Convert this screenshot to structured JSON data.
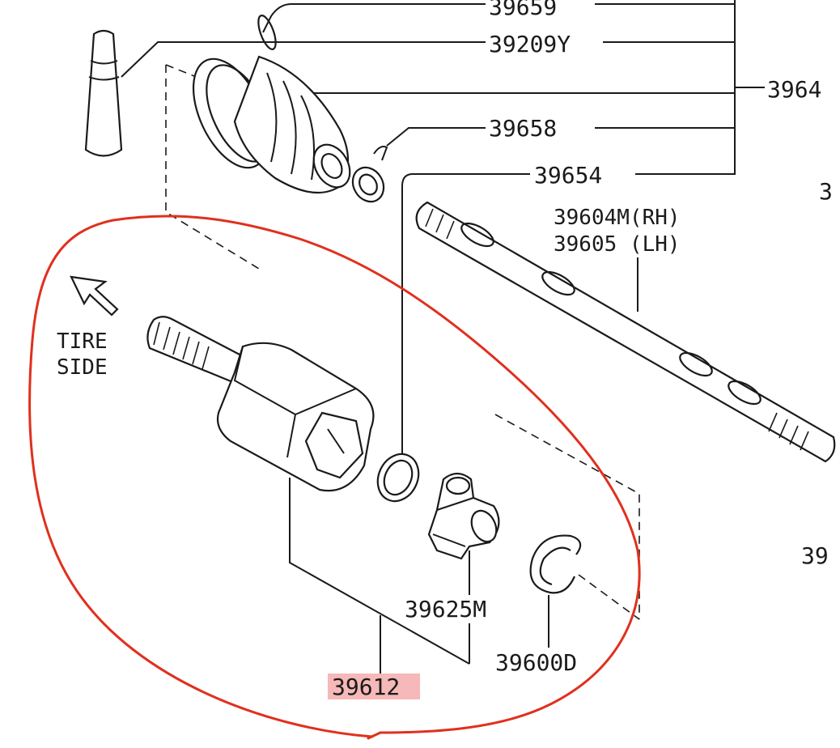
{
  "labels": {
    "p39659": "39659",
    "p39209y": "39209Y",
    "p3964x": "3964",
    "p39658": "39658",
    "p39654": "39654",
    "p39604m": "39604M(RH)",
    "p39605": "39605 (LH)",
    "p39625m": "39625M",
    "p39600d": "39600D",
    "p39612": "39612",
    "edge_right_1": "3",
    "edge_right_2": "39",
    "tire_line1": "TIRE",
    "tire_line2": "SIDE"
  },
  "colors": {
    "highlight_circle": "#e0301e",
    "highlight_box": "#f6b8b8",
    "ink": "#1a1a1a"
  }
}
